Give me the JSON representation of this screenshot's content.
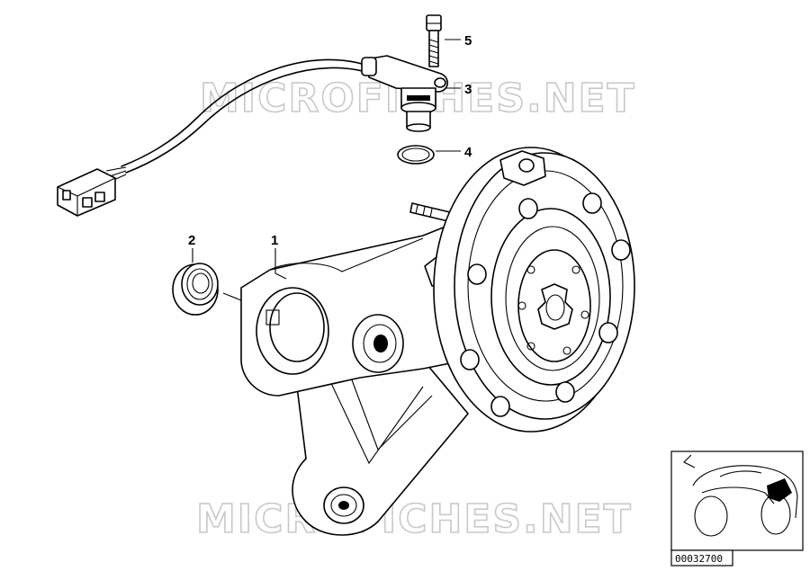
{
  "watermark": {
    "text": "MICROFICHES.NET"
  },
  "reference_number": "00032700",
  "callouts": [
    {
      "id": "1",
      "label": "1"
    },
    {
      "id": "2",
      "label": "2"
    },
    {
      "id": "3",
      "label": "3"
    },
    {
      "id": "4",
      "label": "4"
    },
    {
      "id": "5",
      "label": "5"
    }
  ]
}
